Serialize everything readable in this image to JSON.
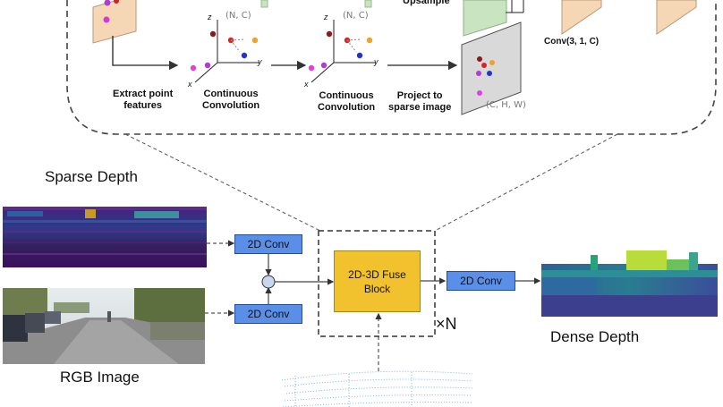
{
  "top": {
    "upsample_label": "Upsample",
    "conv_label": "Conv(3, 1, C)",
    "nc_label_1": "(N, C)",
    "nc_label_2": "(N, C)",
    "chw_label": "(C, H, W)",
    "steps": {
      "extract": "Extract point\nfeatures",
      "cont_conv_1": "Continuous\nConvolution",
      "cont_conv_2": "Continuous\nConvolution",
      "project": "Project to\nsparse image"
    },
    "axes": {
      "x": "x",
      "y": "y",
      "z": "z"
    }
  },
  "inputs": {
    "sparse_depth_title": "Sparse Depth",
    "rgb_image_title": "RGB Image"
  },
  "blocks": {
    "conv_top": "2D Conv",
    "conv_bottom": "2D Conv",
    "fuse_block": "2D-3D Fuse\nBlock",
    "conv_out": "2D Conv",
    "repeat": "×N"
  },
  "output": {
    "title": "Dense Depth"
  },
  "colors": {
    "conv_blue": "#5b8ee6",
    "fuse_yellow": "#f2c12e",
    "feature_peach": "#f5d7b5",
    "feature_green": "#c9e4c0",
    "sparse_purple": "#3a0f5e",
    "dense_teal": "#2b8a8e"
  }
}
